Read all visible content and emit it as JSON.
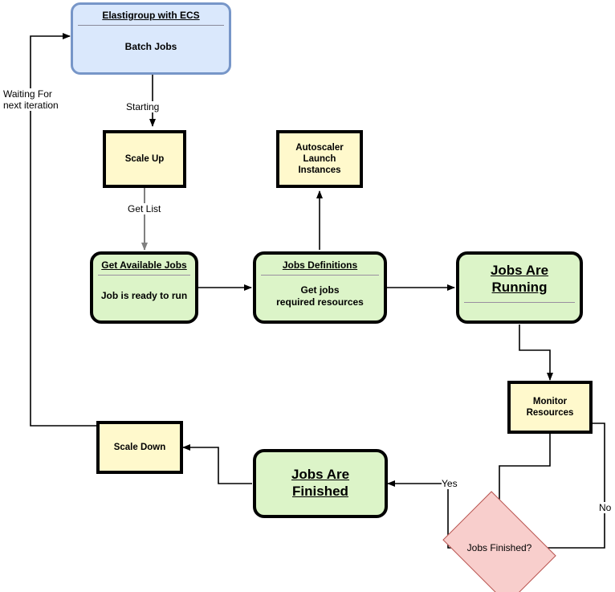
{
  "diagram": {
    "title": "Elastigroup with ECS batch jobs autoscaling flow",
    "colors": {
      "blue_fill": "#dae8fc",
      "blue_stroke": "#7796c8",
      "yellow_fill": "#fff9cc",
      "green_fill": "#dcf4c8",
      "pink_fill": "#f8cecc",
      "pink_stroke": "#b85450",
      "edge_black": "#000000",
      "edge_gray": "#808080"
    },
    "nodes": {
      "elastigroup": {
        "title": "Elastigroup with ECS",
        "body": "Batch Jobs"
      },
      "scale_up": {
        "label": "Scale Up"
      },
      "autoscaler": {
        "label": "Autoscaler\nLaunch\nInstances"
      },
      "get_available_jobs": {
        "title": "Get Available Jobs",
        "body": "Job is ready to run"
      },
      "jobs_definitions": {
        "title": "Jobs Definitions",
        "body": "Get jobs\nrequired resources"
      },
      "jobs_are_running": {
        "title": "Jobs Are\nRunning"
      },
      "monitor_resources": {
        "label": "Monitor\nResources"
      },
      "jobs_finished_decision": {
        "label": "Jobs Finished?"
      },
      "jobs_are_finished": {
        "title": "Jobs Are\nFinished"
      },
      "scale_down": {
        "label": "Scale Down"
      }
    },
    "edge_labels": {
      "waiting": "Waiting For\nnext iteration",
      "starting": "Starting",
      "get_list": "Get List",
      "yes": "Yes",
      "no": "No"
    }
  }
}
